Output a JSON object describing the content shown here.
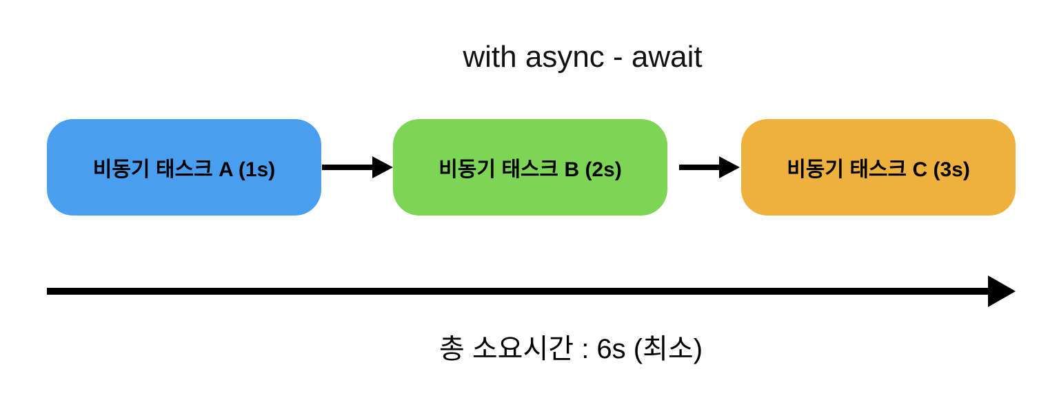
{
  "title": "with async - await",
  "diagram": {
    "tasks": [
      {
        "id": "A",
        "label": "비동기 태스크 A (1s)",
        "color": "#4A9EF0"
      },
      {
        "id": "B",
        "label": "비동기 태스크 B (2s)",
        "color": "#7DD556"
      },
      {
        "id": "C",
        "label": "비동기 태스크 C (3s)",
        "color": "#EFB13E"
      }
    ],
    "arrow_color": "#000000",
    "total_label": "총 소요시간 : 6s (최소)"
  }
}
